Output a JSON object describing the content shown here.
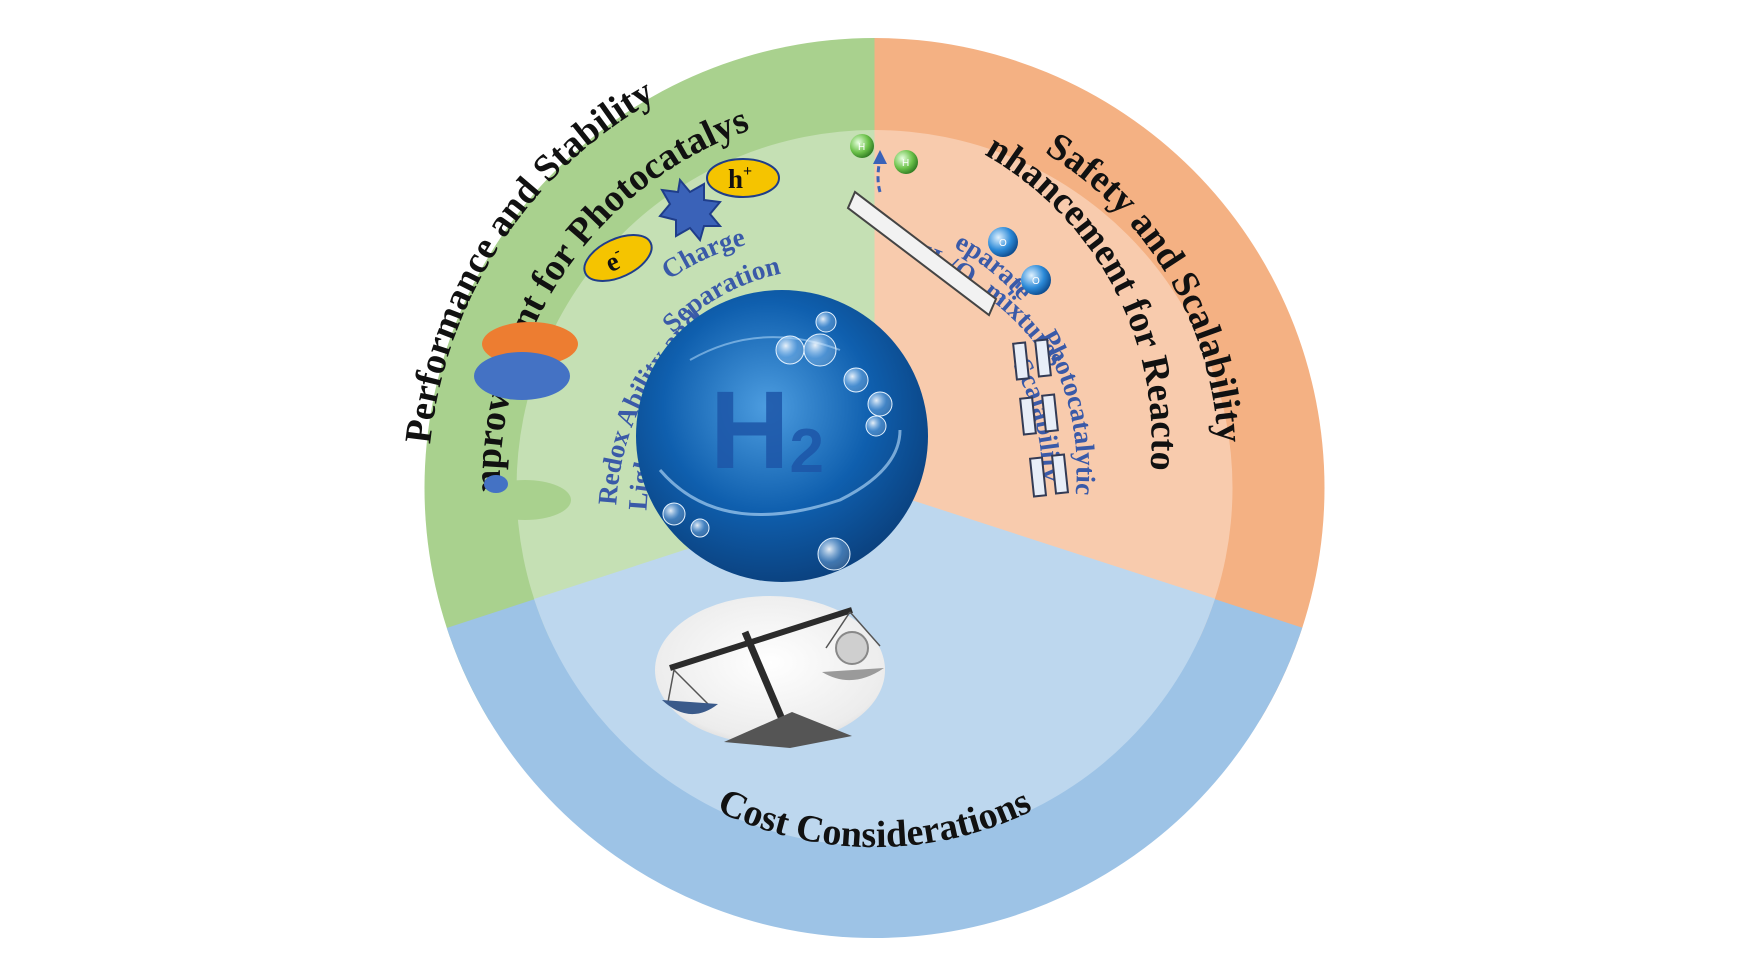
{
  "sectors": {
    "performance": {
      "title_line1": "Performance and Stability",
      "title_line2": "Improvement for Photocatalysts",
      "color_outer": "#a9d18e",
      "color_inner": "#c5e0b4",
      "sub_charge_line1": "Charge",
      "sub_charge_line2": "Separation",
      "sub_redox_line1": "Redox Ability and",
      "sub_redox_line2": "Light Absorption",
      "electron_label": "e",
      "electron_sup": "-",
      "hole_label": "h",
      "hole_sup": "+"
    },
    "safety": {
      "title_line1": "Safety and Scalability",
      "title_line2": "Enhancement for Reactors",
      "color_outer": "#f4b183",
      "color_inner": "#f8cbad",
      "sub_separated_line1": "Separated",
      "sub_separated_h": "H",
      "sub_separated_sub1": "2",
      "sub_separated_slash": "/O",
      "sub_separated_sub2": "2",
      "sub_separated_rest": " mixtures",
      "sub_photo_line1": "Photocatalytic",
      "sub_photo_line2": "Scalability",
      "atom_h": "H",
      "atom_o": "O"
    },
    "cost": {
      "title": "Cost Considerations",
      "color_outer": "#9dc3e6",
      "color_inner": "#bdd7ee"
    }
  },
  "center": {
    "symbol_letter": "H",
    "symbol_sub": "2",
    "color": "#0d5aa7"
  }
}
